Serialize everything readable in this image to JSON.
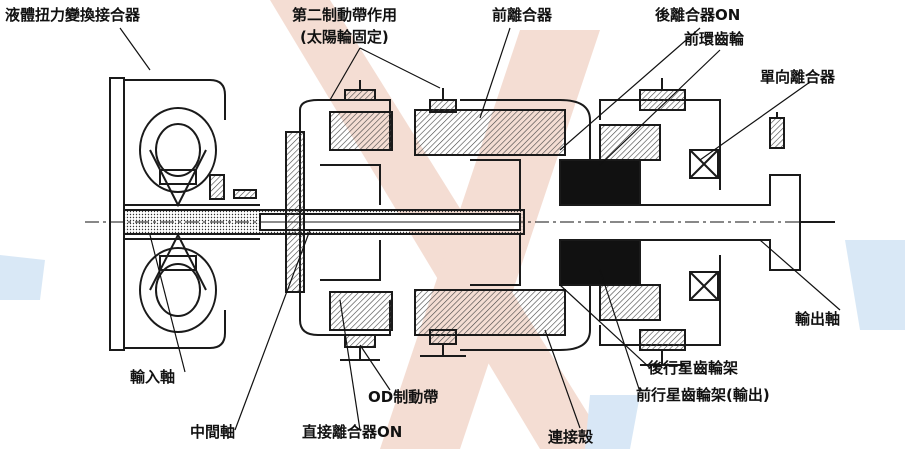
{
  "labels": {
    "torque_converter": "液體扭力變換接合器",
    "second_brake_band": "第二制動帶作用",
    "sun_gear_fixed": "(太陽輪固定)",
    "front_clutch": "前離合器",
    "rear_clutch_on": "後離合器ON",
    "front_ring_gear": "前環齒輪",
    "one_way_clutch": "單向離合器",
    "output_shaft": "輸出軸",
    "input_shaft": "輸入軸",
    "od_brake_band": "OD制動帶",
    "rear_planet_carrier": "後行星齒輪架",
    "front_planet_carrier": "前行星齒輪架(輸出)",
    "intermediate_shaft": "中間軸",
    "direct_clutch_on": "直接離合器ON",
    "connecting_shell": "連接殼"
  },
  "colors": {
    "ink": "#111111",
    "line": "#1a1a1a",
    "hatch": "#555555",
    "power_flow": "#e6a088",
    "watermark_blue": "#9cc4ea",
    "background": "#ffffff"
  }
}
